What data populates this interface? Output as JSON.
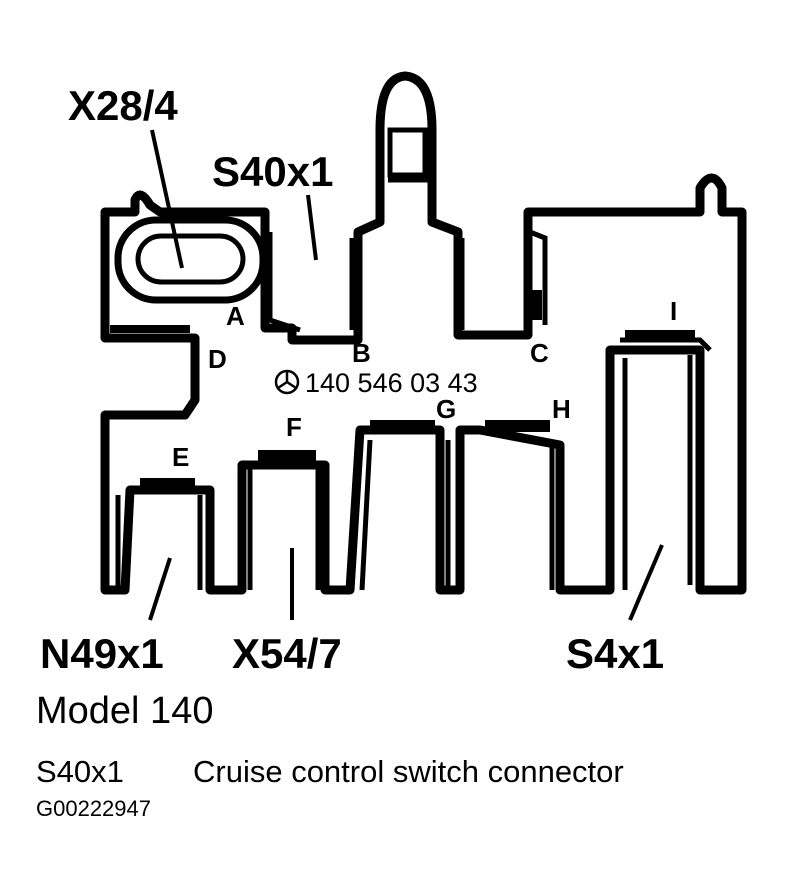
{
  "connectors": {
    "x28_4": "X28/4",
    "s40x1": "S40x1",
    "n49x1": "N49x1",
    "x54_7": "X54/7",
    "s4x1": "S4x1"
  },
  "pins": {
    "a": "A",
    "b": "B",
    "c": "C",
    "d": "D",
    "e": "E",
    "f": "F",
    "g": "G",
    "h": "H",
    "i": "I"
  },
  "part_number": "140 546 03 43",
  "caption": {
    "model": "Model 140",
    "component_id": "S40x1",
    "component_description": "Cruise control switch connector",
    "figure_id": "G00222947"
  }
}
